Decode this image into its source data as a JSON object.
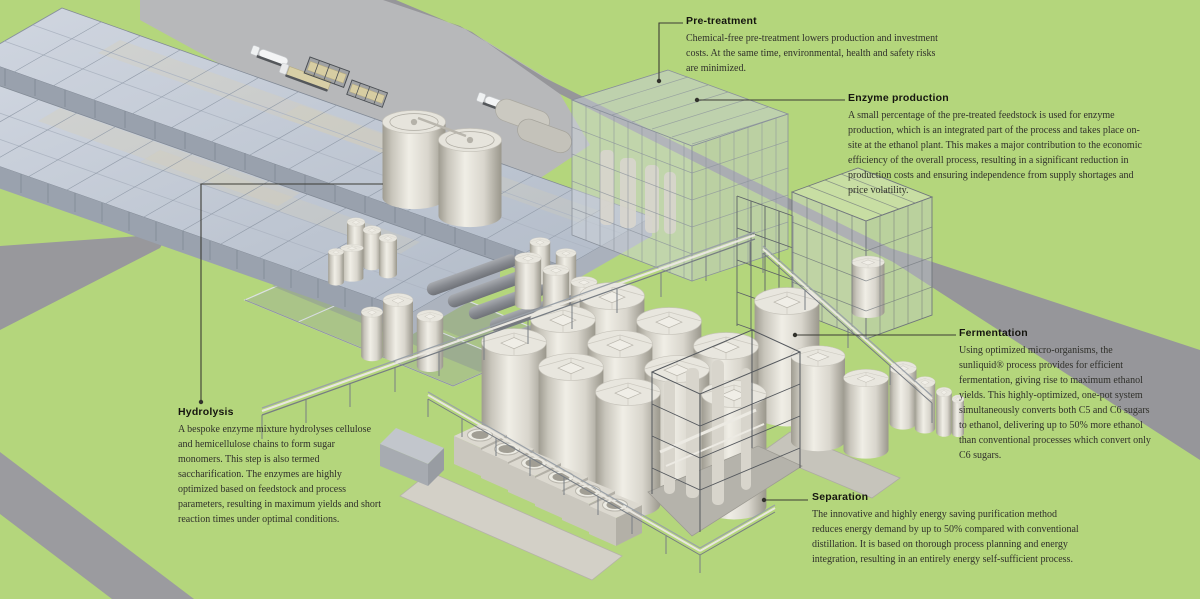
{
  "page": {
    "type": "isometric plant infographic",
    "background_color": "#b4d67c"
  },
  "callouts": {
    "pretreatment": {
      "title": "Pre-treatment",
      "body": "Chemical-free pre-treatment lowers production and investment costs. At the same time, environmental, health and safety risks are minimized."
    },
    "enzyme_production": {
      "title": "Enzyme production",
      "body": "A small percentage of the pre-treated feedstock is used for enzyme production, which is an integrated part of the process and takes place on-site at the ethanol plant. This makes a major contribution to the economic efficiency of the overall process, resulting in a significant reduction in production costs and ensuring independence from supply shortages and price volatility."
    },
    "fermentation": {
      "title": "Fermentation",
      "body": "Using optimized micro-organisms, the sunliquid® process provides for efficient fermentation, giving rise to maximum ethanol yields. This highly-optimized, one-pot system simultaneously converts both C5 and C6 sugars to ethanol, delivering up to 50% more ethanol than conventional processes which convert only C6 sugars."
    },
    "hydrolysis": {
      "title": "Hydrolysis",
      "body": "A bespoke enzyme mixture hydrolyses cellulose and hemicellulose chains to form sugar monomers. This step is also termed saccharification. The enzymes are highly optimized based on feedstock and process parameters, resulting in maximum yields and short reaction times under optimal conditions."
    },
    "separation": {
      "title": "Separation",
      "body": "The innovative and highly energy saving purification method reduces energy demand by up to 50% compared with conventional distillation. It is based on thorough process planning and energy integration, resulting in an entirely energy self-sufficient process."
    }
  },
  "scene": {
    "description": "Isometric 3D rendering of a cellulosic ethanol plant on green ground with access roads",
    "components": [
      "straw-storage-warehouses",
      "access-roads",
      "loading-yard",
      "delivery-trucks",
      "straw-bale-racks",
      "feedstock-silos",
      "water-basin",
      "pre-treatment-hall",
      "enzyme-production-building",
      "hydrolysis-tanks",
      "fermentation-tank-farm",
      "pipe-bridges",
      "cooling-towers",
      "separation-distillation-unit",
      "storage-tanks"
    ],
    "colors": {
      "ground": "#b4d67c",
      "yard": "#b7b8ba",
      "road": "#96969a",
      "tank_body": "#dedbd2",
      "steel_frame": "#858b92",
      "glass": "#ccd1d7",
      "warehouse_roof": "#c5ccd8",
      "callout_line": "#3c3c35",
      "title_text": "#15150f",
      "body_text": "#30302b"
    }
  }
}
